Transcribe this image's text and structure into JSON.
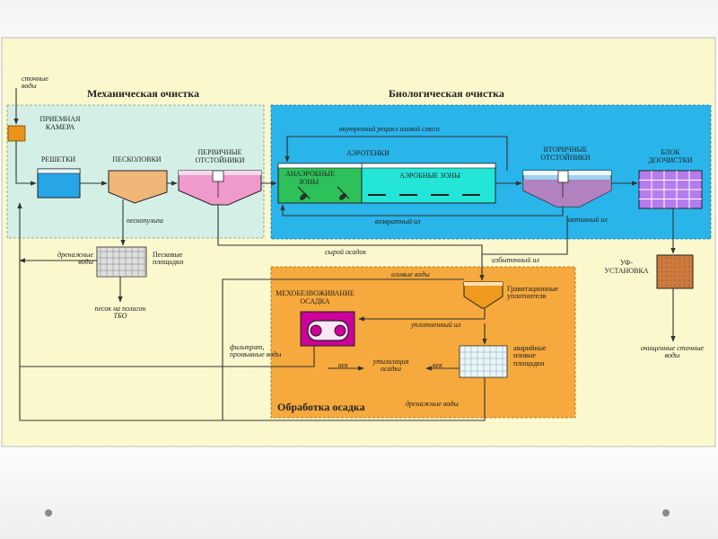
{
  "sections": {
    "mechanical": "Механическая очистка",
    "biological": "Биологическая очистка",
    "sludge": "Обработка осадка"
  },
  "units": {
    "intake": "ПРИЕМНАЯ КАМЕРА",
    "screens": "РЕШЕТКИ",
    "sand_traps": "ПЕСКОЛОВКИ",
    "primary": "ПЕРВИЧНЫЕ ОТСТОЙНИКИ",
    "aerotanks": "АЭРОТЕНКИ",
    "anaerobic": "АНАЭРОБНЫЕ ЗОНЫ",
    "aerobic": "АЭРОБНЫЕ ЗОНЫ",
    "secondary": "ВТОРИЧНЫЕ ОТСТОЙНИКИ",
    "post_treatment": "БЛОК ДООЧИСТКИ",
    "uv": "УФ-УСТАНОВКА",
    "dewatering": "МЕХОБЕЗВОЖИВАНИЕ ОСАДКА",
    "sand_pads": "Песковые площадки",
    "gravity_thickeners": "Гравитационные уплотнители",
    "emergency_pads": "аварийные иловые площадки"
  },
  "labels": {
    "wastewater_in": "сточные воды",
    "internal_recycle": "внутренний рецикл иловой смеси",
    "return_sludge": "возвратный ил",
    "active_sludge": "активный ил",
    "sand_pulp": "пескопульпа",
    "raw_sludge": "сырой осадок",
    "excess_sludge": "избыточный ил",
    "drain_water_left": "дренажные воды",
    "sand_to_landfill": "песок на полигон ТБО",
    "sludge_water": "иловые воды",
    "compacted_sludge": "уплотненный ил",
    "filtrate": "фильтрат, промывные воды",
    "cake_1": "кек",
    "cake_2": "кек",
    "sludge_disposal": "утилизация осадка",
    "drain_water_bottom": "дренажные воды",
    "treated_water": "очищенные сточные воды"
  },
  "colors": {
    "panel_bg": "#fbf8cd",
    "mechanical_zone": "#d4f0e6",
    "biological_zone": "#29b4ea",
    "sludge_zone": "#f6a93c",
    "intake_box": "#e8941a",
    "tank_blue": "#26a6e6",
    "sand_trap": "#f0b678",
    "primary_tank": "#f09acc",
    "anaerobic": "#2ec05a",
    "aerobic": "#24e6d6",
    "post_treatment": "#b67bee",
    "uv_box": "#cc7a3e",
    "dewatering": "#cc0099",
    "thickener": "#ef9a1c"
  }
}
